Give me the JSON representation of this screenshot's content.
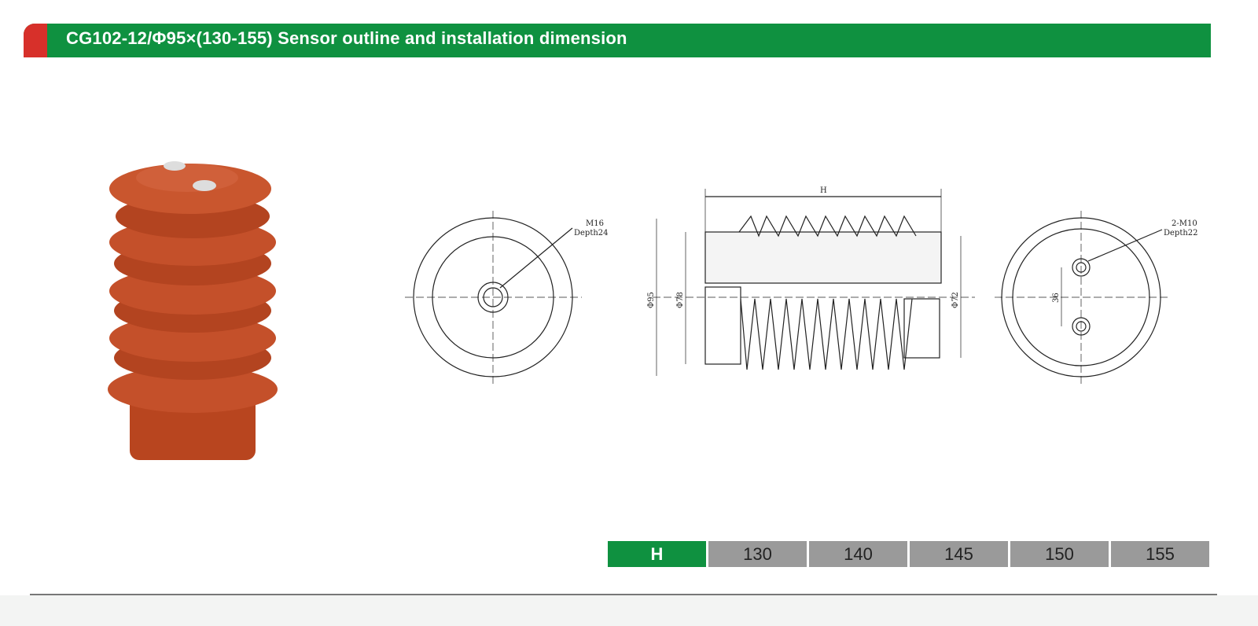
{
  "header": {
    "title": "CG102-12/Φ95×(130-155) Sensor outline and installation dimension"
  },
  "drawings": {
    "front_view": {
      "thread": "M16",
      "depth": "Depth24"
    },
    "side_view": {
      "height_label": "H",
      "outer_dia": "Φ95",
      "inner_dia": "Φ78",
      "base_dia": "Φ72"
    },
    "rear_view": {
      "thread": "2-M10",
      "depth": "Depth22",
      "spacing": "36"
    }
  },
  "dimension_table": {
    "header": "H",
    "values": [
      "130",
      "140",
      "145",
      "150",
      "155"
    ]
  },
  "colors": {
    "brand_green": "#0f9140",
    "accent_red": "#d7302a",
    "product": "#c4502a"
  }
}
